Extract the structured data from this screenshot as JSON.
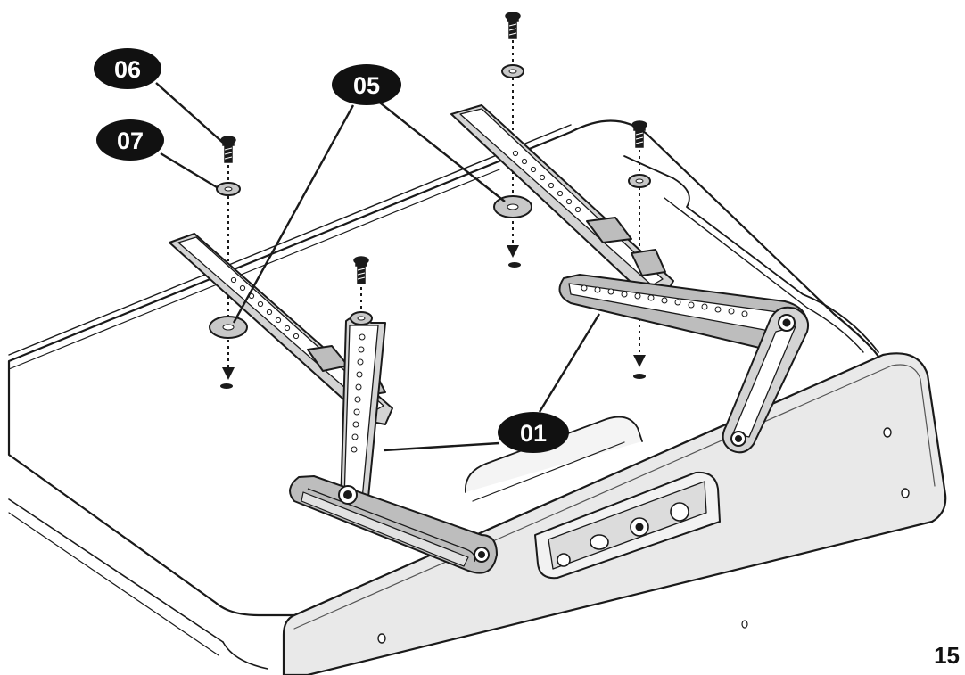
{
  "colors": {
    "ink": "#1a1a1a",
    "paper": "#ffffff",
    "panel_fill": "#e9e9e9",
    "shadow_fill": "#cfcfcf",
    "part_fill": "#c8c8c8",
    "badge_fill": "#111111",
    "badge_text": "#ffffff"
  },
  "callouts": [
    {
      "id": "06",
      "label": "06"
    },
    {
      "id": "07",
      "label": "07"
    },
    {
      "id": "05",
      "label": "05"
    },
    {
      "id": "01",
      "label": "01"
    }
  ],
  "page_number": "15"
}
